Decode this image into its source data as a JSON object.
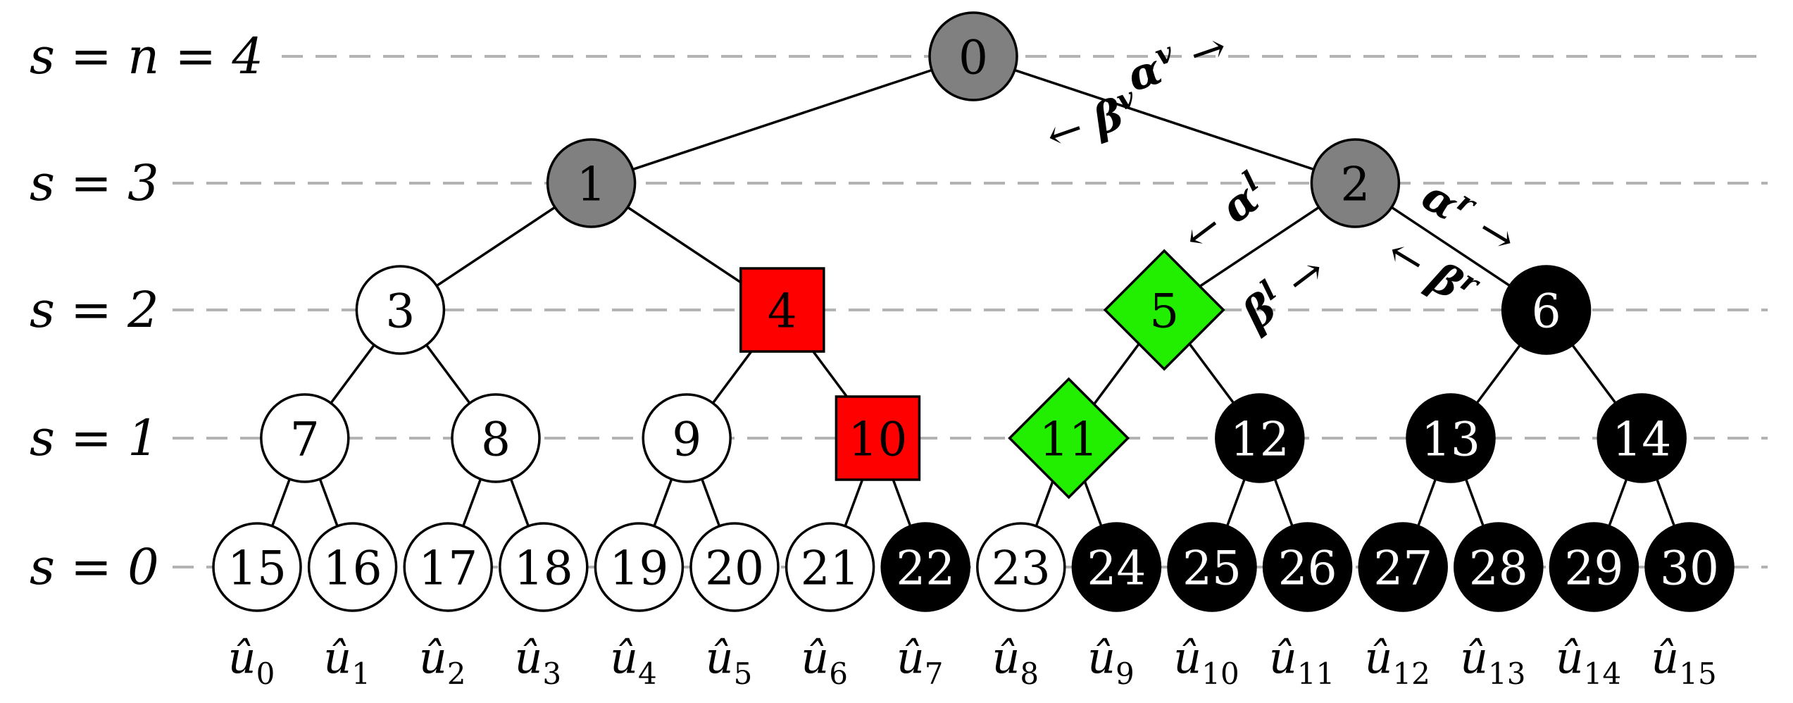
{
  "levels": [
    {
      "s": 4,
      "label": "s = n = 4"
    },
    {
      "s": 3,
      "label": "s = 3"
    },
    {
      "s": 2,
      "label": "s = 2"
    },
    {
      "s": 1,
      "label": "s = 1"
    },
    {
      "s": 0,
      "label": "s = 0"
    }
  ],
  "nodes": [
    {
      "id": "0",
      "level": 4,
      "shape": "circle",
      "fill": "#808080",
      "text": "#000000"
    },
    {
      "id": "1",
      "level": 3,
      "shape": "circle",
      "fill": "#808080",
      "text": "#000000"
    },
    {
      "id": "2",
      "level": 3,
      "shape": "circle",
      "fill": "#808080",
      "text": "#000000"
    },
    {
      "id": "3",
      "level": 2,
      "shape": "circle",
      "fill": "#ffffff",
      "text": "#000000"
    },
    {
      "id": "4",
      "level": 2,
      "shape": "square",
      "fill": "#ff0000",
      "text": "#000000"
    },
    {
      "id": "5",
      "level": 2,
      "shape": "diamond",
      "fill": "#22ee00",
      "text": "#000000"
    },
    {
      "id": "6",
      "level": 2,
      "shape": "circle",
      "fill": "#000000",
      "text": "#ffffff"
    },
    {
      "id": "7",
      "level": 1,
      "shape": "circle",
      "fill": "#ffffff",
      "text": "#000000"
    },
    {
      "id": "8",
      "level": 1,
      "shape": "circle",
      "fill": "#ffffff",
      "text": "#000000"
    },
    {
      "id": "9",
      "level": 1,
      "shape": "circle",
      "fill": "#ffffff",
      "text": "#000000"
    },
    {
      "id": "10",
      "level": 1,
      "shape": "square",
      "fill": "#ff0000",
      "text": "#000000"
    },
    {
      "id": "11",
      "level": 1,
      "shape": "diamond",
      "fill": "#22ee00",
      "text": "#000000"
    },
    {
      "id": "12",
      "level": 1,
      "shape": "circle",
      "fill": "#000000",
      "text": "#ffffff"
    },
    {
      "id": "13",
      "level": 1,
      "shape": "circle",
      "fill": "#000000",
      "text": "#ffffff"
    },
    {
      "id": "14",
      "level": 1,
      "shape": "circle",
      "fill": "#000000",
      "text": "#ffffff"
    },
    {
      "id": "15",
      "level": 0,
      "shape": "circle",
      "fill": "#ffffff",
      "text": "#000000"
    },
    {
      "id": "16",
      "level": 0,
      "shape": "circle",
      "fill": "#ffffff",
      "text": "#000000"
    },
    {
      "id": "17",
      "level": 0,
      "shape": "circle",
      "fill": "#ffffff",
      "text": "#000000"
    },
    {
      "id": "18",
      "level": 0,
      "shape": "circle",
      "fill": "#ffffff",
      "text": "#000000"
    },
    {
      "id": "19",
      "level": 0,
      "shape": "circle",
      "fill": "#ffffff",
      "text": "#000000"
    },
    {
      "id": "20",
      "level": 0,
      "shape": "circle",
      "fill": "#ffffff",
      "text": "#000000"
    },
    {
      "id": "21",
      "level": 0,
      "shape": "circle",
      "fill": "#ffffff",
      "text": "#000000"
    },
    {
      "id": "22",
      "level": 0,
      "shape": "circle",
      "fill": "#000000",
      "text": "#ffffff"
    },
    {
      "id": "23",
      "level": 0,
      "shape": "circle",
      "fill": "#ffffff",
      "text": "#000000"
    },
    {
      "id": "24",
      "level": 0,
      "shape": "circle",
      "fill": "#000000",
      "text": "#ffffff"
    },
    {
      "id": "25",
      "level": 0,
      "shape": "circle",
      "fill": "#000000",
      "text": "#ffffff"
    },
    {
      "id": "26",
      "level": 0,
      "shape": "circle",
      "fill": "#000000",
      "text": "#ffffff"
    },
    {
      "id": "27",
      "level": 0,
      "shape": "circle",
      "fill": "#000000",
      "text": "#ffffff"
    },
    {
      "id": "28",
      "level": 0,
      "shape": "circle",
      "fill": "#000000",
      "text": "#ffffff"
    },
    {
      "id": "29",
      "level": 0,
      "shape": "circle",
      "fill": "#000000",
      "text": "#ffffff"
    },
    {
      "id": "30",
      "level": 0,
      "shape": "circle",
      "fill": "#000000",
      "text": "#ffffff"
    }
  ],
  "edges": [
    [
      "0",
      "1"
    ],
    [
      "0",
      "2"
    ],
    [
      "1",
      "3"
    ],
    [
      "1",
      "4"
    ],
    [
      "2",
      "5"
    ],
    [
      "2",
      "6"
    ],
    [
      "3",
      "7"
    ],
    [
      "3",
      "8"
    ],
    [
      "4",
      "9"
    ],
    [
      "4",
      "10"
    ],
    [
      "5",
      "11"
    ],
    [
      "5",
      "12"
    ],
    [
      "6",
      "13"
    ],
    [
      "6",
      "14"
    ],
    [
      "7",
      "15"
    ],
    [
      "7",
      "16"
    ],
    [
      "8",
      "17"
    ],
    [
      "8",
      "18"
    ],
    [
      "9",
      "19"
    ],
    [
      "9",
      "20"
    ],
    [
      "10",
      "21"
    ],
    [
      "10",
      "22"
    ],
    [
      "11",
      "23"
    ],
    [
      "11",
      "24"
    ],
    [
      "12",
      "25"
    ],
    [
      "12",
      "26"
    ],
    [
      "13",
      "27"
    ],
    [
      "13",
      "28"
    ],
    [
      "14",
      "29"
    ],
    [
      "14",
      "30"
    ]
  ],
  "leaf_labels": [
    {
      "base": "û",
      "sub": "0"
    },
    {
      "base": "û",
      "sub": "1"
    },
    {
      "base": "û",
      "sub": "2"
    },
    {
      "base": "û",
      "sub": "3"
    },
    {
      "base": "û",
      "sub": "4"
    },
    {
      "base": "û",
      "sub": "5"
    },
    {
      "base": "û",
      "sub": "6"
    },
    {
      "base": "û",
      "sub": "7"
    },
    {
      "base": "û",
      "sub": "8"
    },
    {
      "base": "û",
      "sub": "9"
    },
    {
      "base": "û",
      "sub": "10"
    },
    {
      "base": "û",
      "sub": "11"
    },
    {
      "base": "û",
      "sub": "12"
    },
    {
      "base": "û",
      "sub": "13"
    },
    {
      "base": "û",
      "sub": "14"
    },
    {
      "base": "û",
      "sub": "15"
    }
  ],
  "messages": {
    "alpha_v": {
      "symbol": "α",
      "sup": "v",
      "arrow": "→"
    },
    "beta_v": {
      "symbol": "β",
      "sup": "v",
      "arrow": "←"
    },
    "alpha_l": {
      "symbol": "α",
      "sup": "l",
      "arrow": "←"
    },
    "beta_l": {
      "symbol": "β",
      "sup": "l",
      "arrow": "→"
    },
    "alpha_r": {
      "symbol": "α",
      "sup": "r",
      "arrow": "→"
    },
    "beta_r": {
      "symbol": "β",
      "sup": "r",
      "arrow": "←"
    }
  }
}
